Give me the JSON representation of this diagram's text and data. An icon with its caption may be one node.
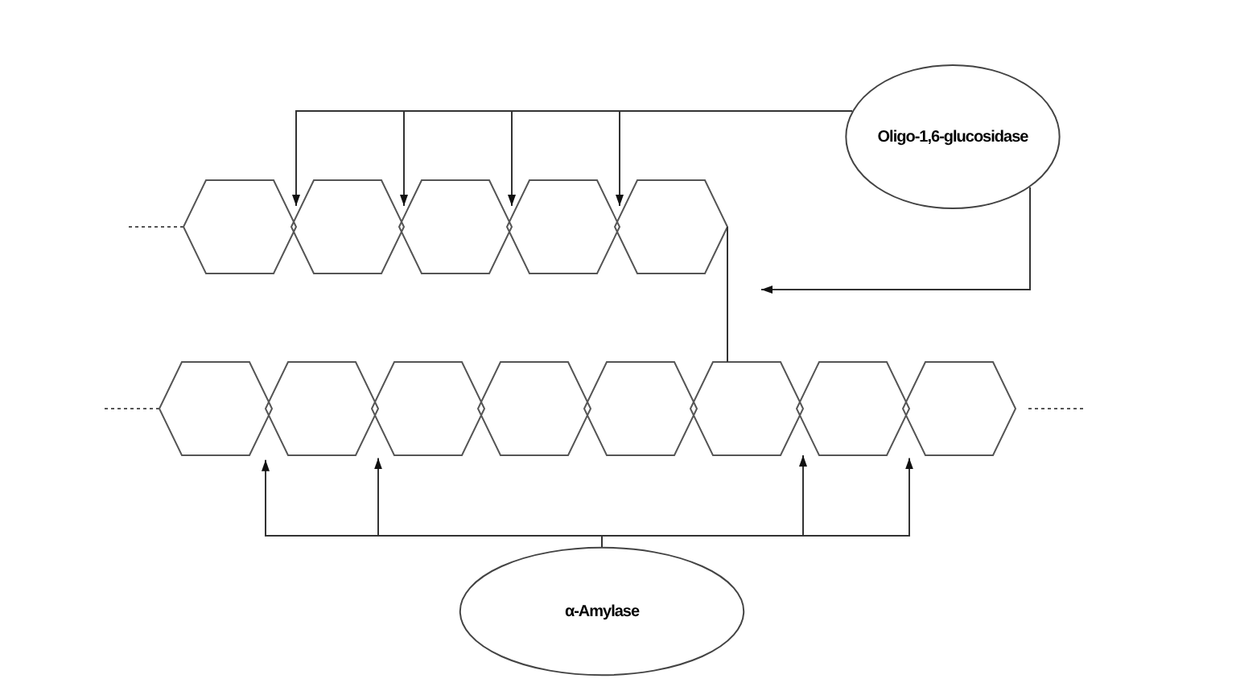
{
  "diagram": {
    "nodes": [
      {
        "text": [
          "Oligo-1,6-glucosidase"
        ]
      },
      {
        "text": [],
        "shape": "hexagon"
      },
      {
        "text": [],
        "shape": "hexagon"
      },
      {
        "text": [],
        "shape": "hexagon"
      },
      {
        "text": [],
        "shape": "hexagon"
      },
      {
        "text": [],
        "shape": "hexagon"
      },
      {
        "text": [],
        "shape": "hexagon"
      },
      {
        "text": [],
        "shape": "hexagon"
      },
      {
        "text": [],
        "shape": "hexagon"
      },
      {
        "text": [],
        "shape": "hexagon"
      },
      {
        "text": [],
        "shape": "hexagon"
      },
      {
        "text": [],
        "shape": "hexagon"
      },
      {
        "text": [],
        "shape": "hexagon"
      },
      {
        "text": [],
        "shape": "hexagon"
      },
      {
        "text": [
          "α-Amylase"
        ]
      }
    ],
    "edges": [
      {
        "from": 0,
        "to": 4,
        "arrow": "to"
      },
      {
        "from": 0,
        "to": 1,
        "arrow": "to"
      },
      {
        "from": 0,
        "to": 2,
        "arrow": "to"
      },
      {
        "from": 0,
        "to": 3,
        "arrow": "to"
      },
      {
        "from": 0,
        "to": null,
        "arrow": "to"
      },
      {
        "from": 5,
        "to": 11,
        "arrow": "none"
      },
      {
        "from": 14,
        "to": 7,
        "arrow": "to"
      },
      {
        "from": 14,
        "to": 11,
        "arrow": "to"
      },
      {
        "from": 14,
        "to": 6,
        "arrow": "to"
      },
      {
        "from": 14,
        "to": 12,
        "arrow": "to"
      }
    ]
  }
}
